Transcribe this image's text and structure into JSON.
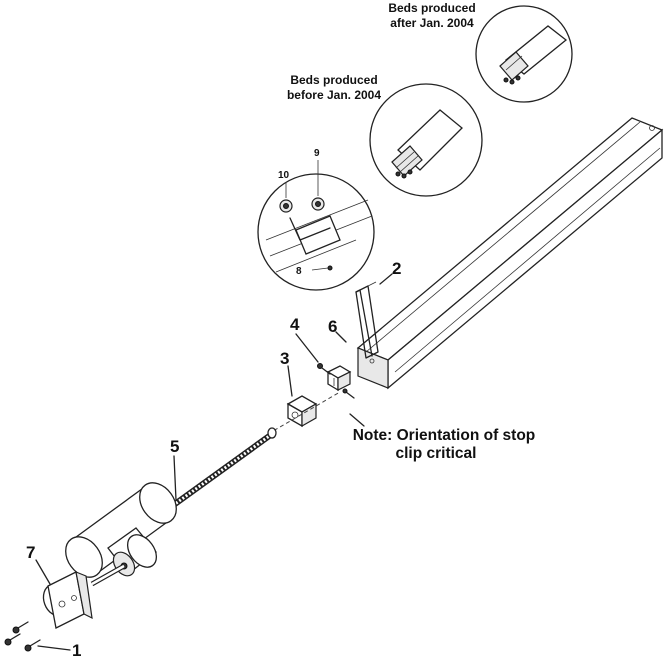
{
  "callouts": {
    "c1": "1",
    "c2": "2",
    "c3": "3",
    "c4": "4",
    "c5": "5",
    "c6": "6",
    "c7": "7",
    "c8": "8",
    "c9": "9",
    "c10": "10"
  },
  "captions": {
    "after_line1": "Beds produced",
    "after_line2": "after Jan. 2004",
    "before_line1": "Beds produced",
    "before_line2": "before Jan. 2004"
  },
  "note": {
    "line1": "Note: Orientation of stop",
    "line2": "clip critical"
  }
}
